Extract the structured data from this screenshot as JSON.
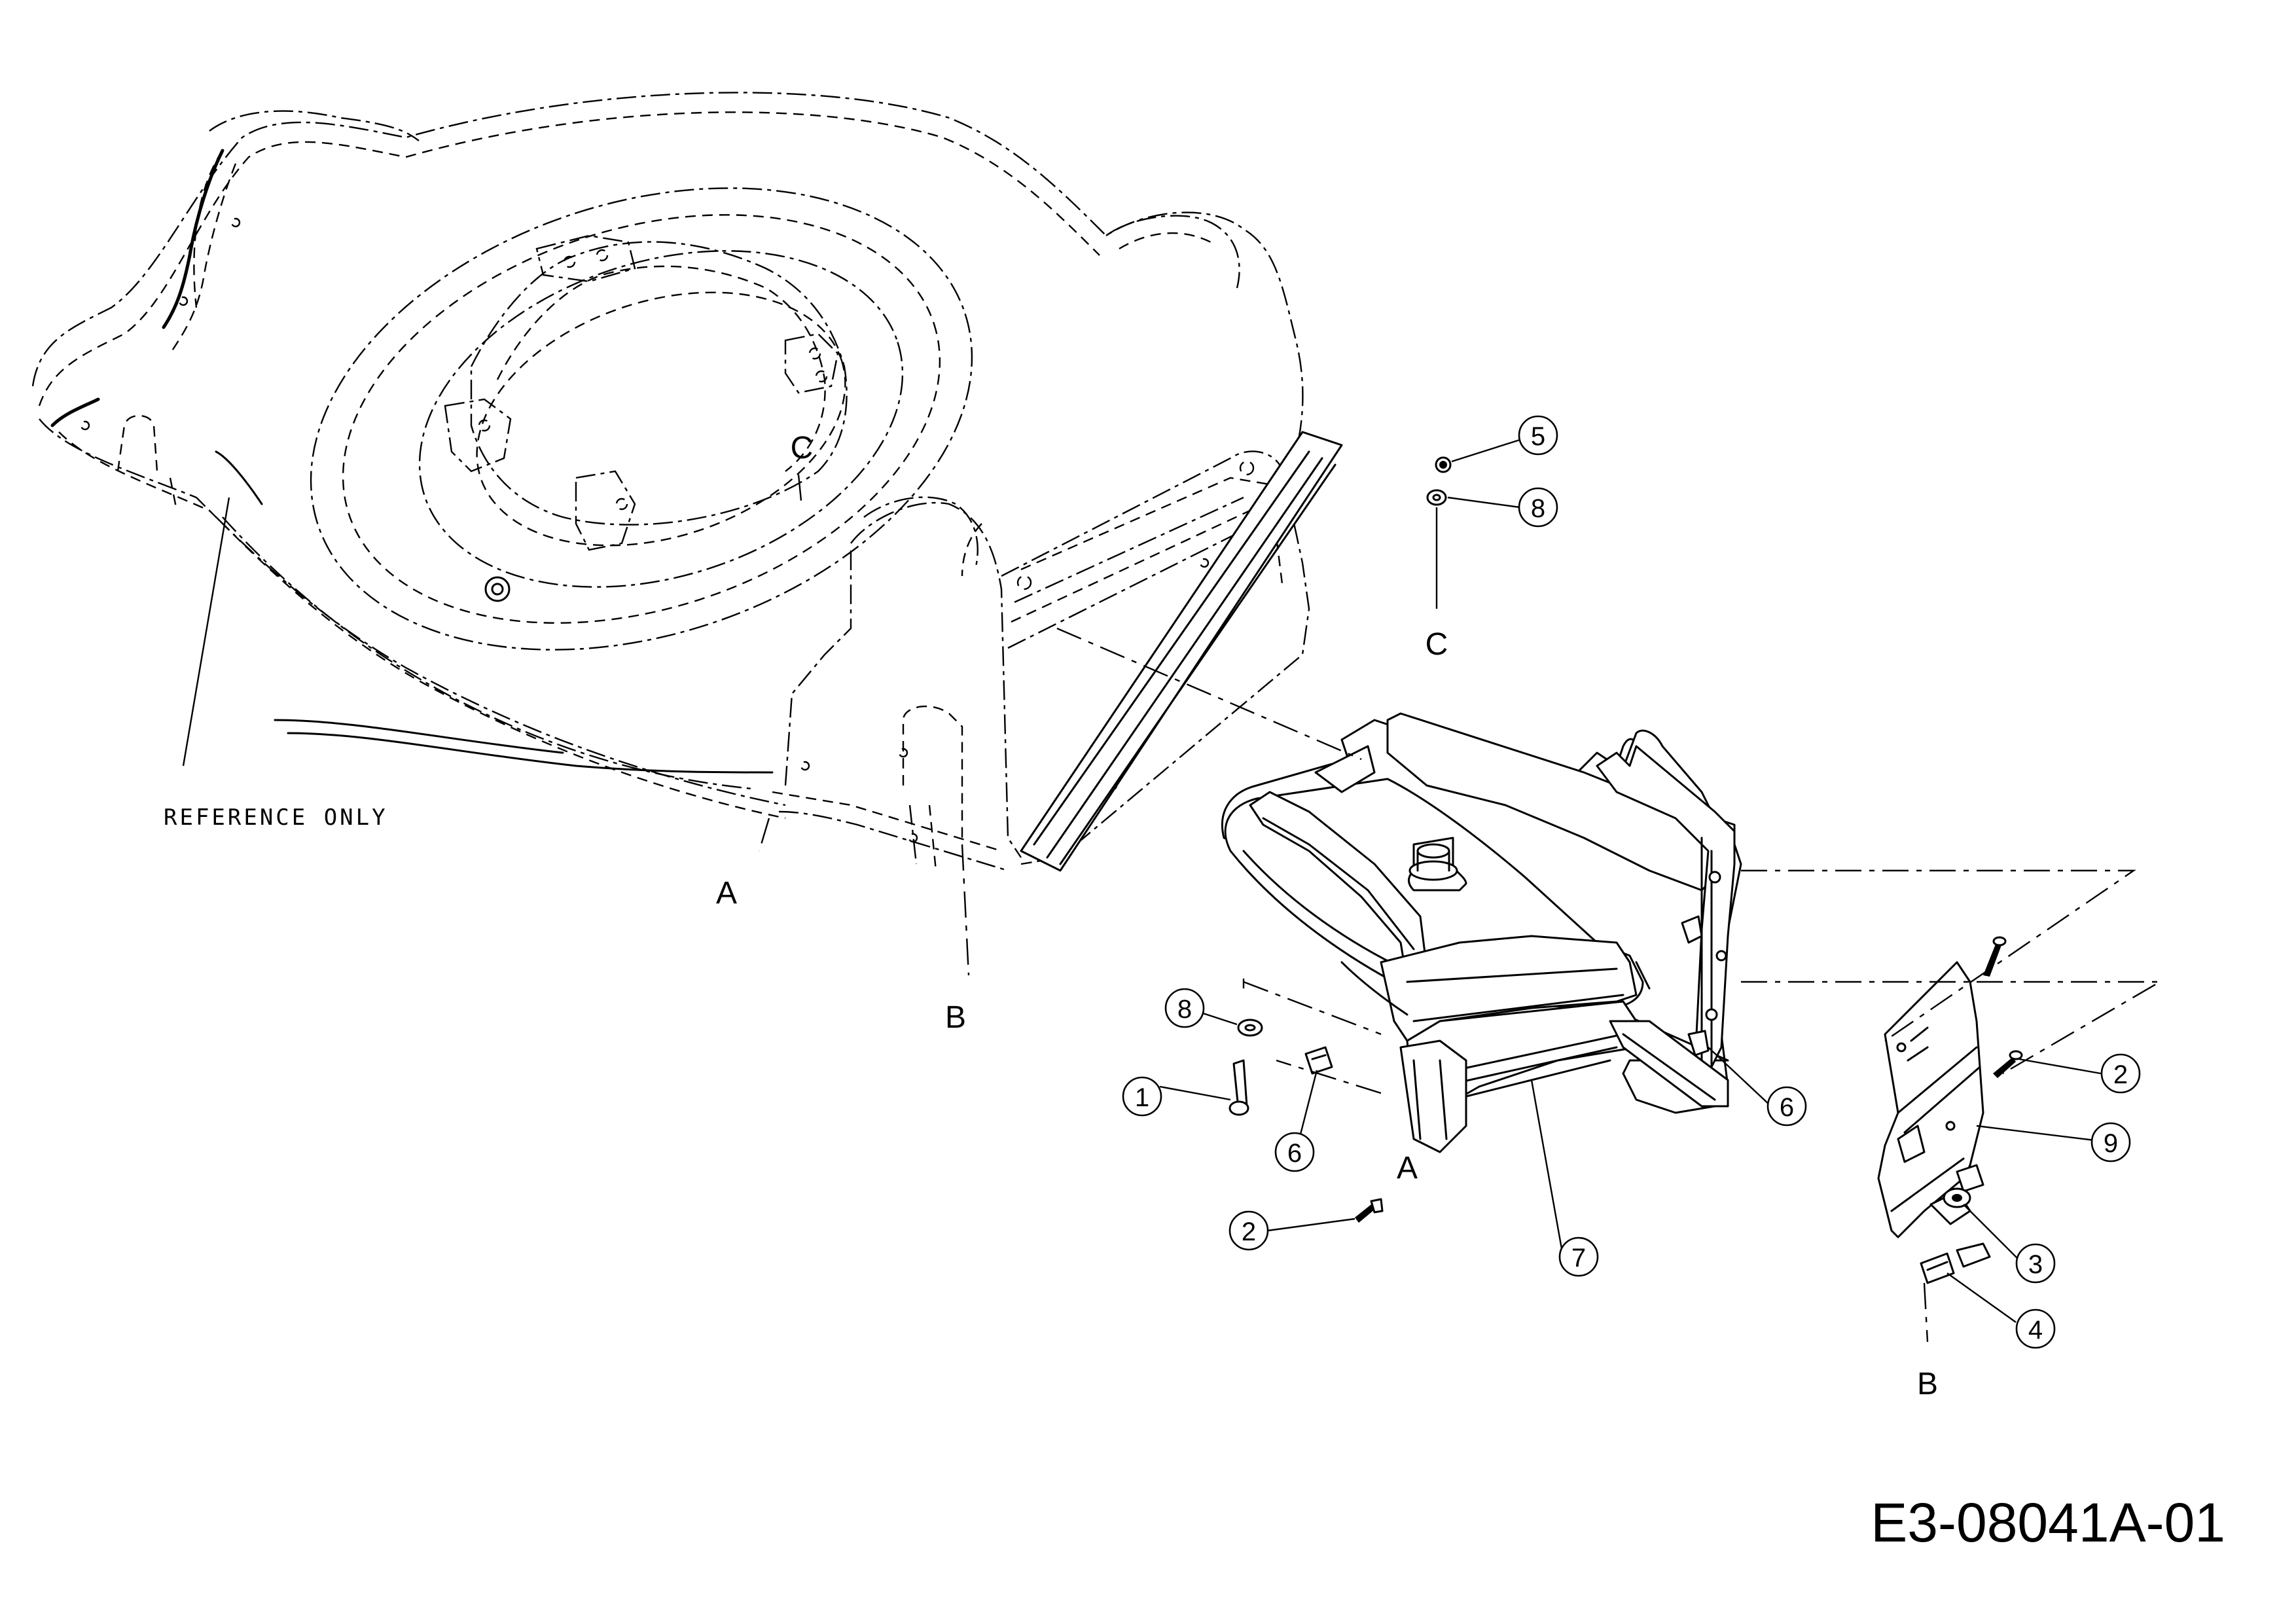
{
  "diagram": {
    "reference_note": "REFERENCE ONLY",
    "drawing_number": "E3-08041A-01",
    "callouts": [
      {
        "id": "c5",
        "label": "5"
      },
      {
        "id": "c8a",
        "label": "8"
      },
      {
        "id": "c8b",
        "label": "8"
      },
      {
        "id": "c1",
        "label": "1"
      },
      {
        "id": "c6a",
        "label": "6"
      },
      {
        "id": "c6b",
        "label": "6"
      },
      {
        "id": "c2a",
        "label": "2"
      },
      {
        "id": "c2b",
        "label": "2"
      },
      {
        "id": "c7",
        "label": "7"
      },
      {
        "id": "c9",
        "label": "9"
      },
      {
        "id": "c3",
        "label": "3"
      },
      {
        "id": "c4",
        "label": "4"
      }
    ],
    "connection_labels": {
      "c_top": "C",
      "c_bottom": "C",
      "a_deck": "A",
      "a_chute": "A",
      "b_deck": "B",
      "b_plate": "B"
    }
  }
}
